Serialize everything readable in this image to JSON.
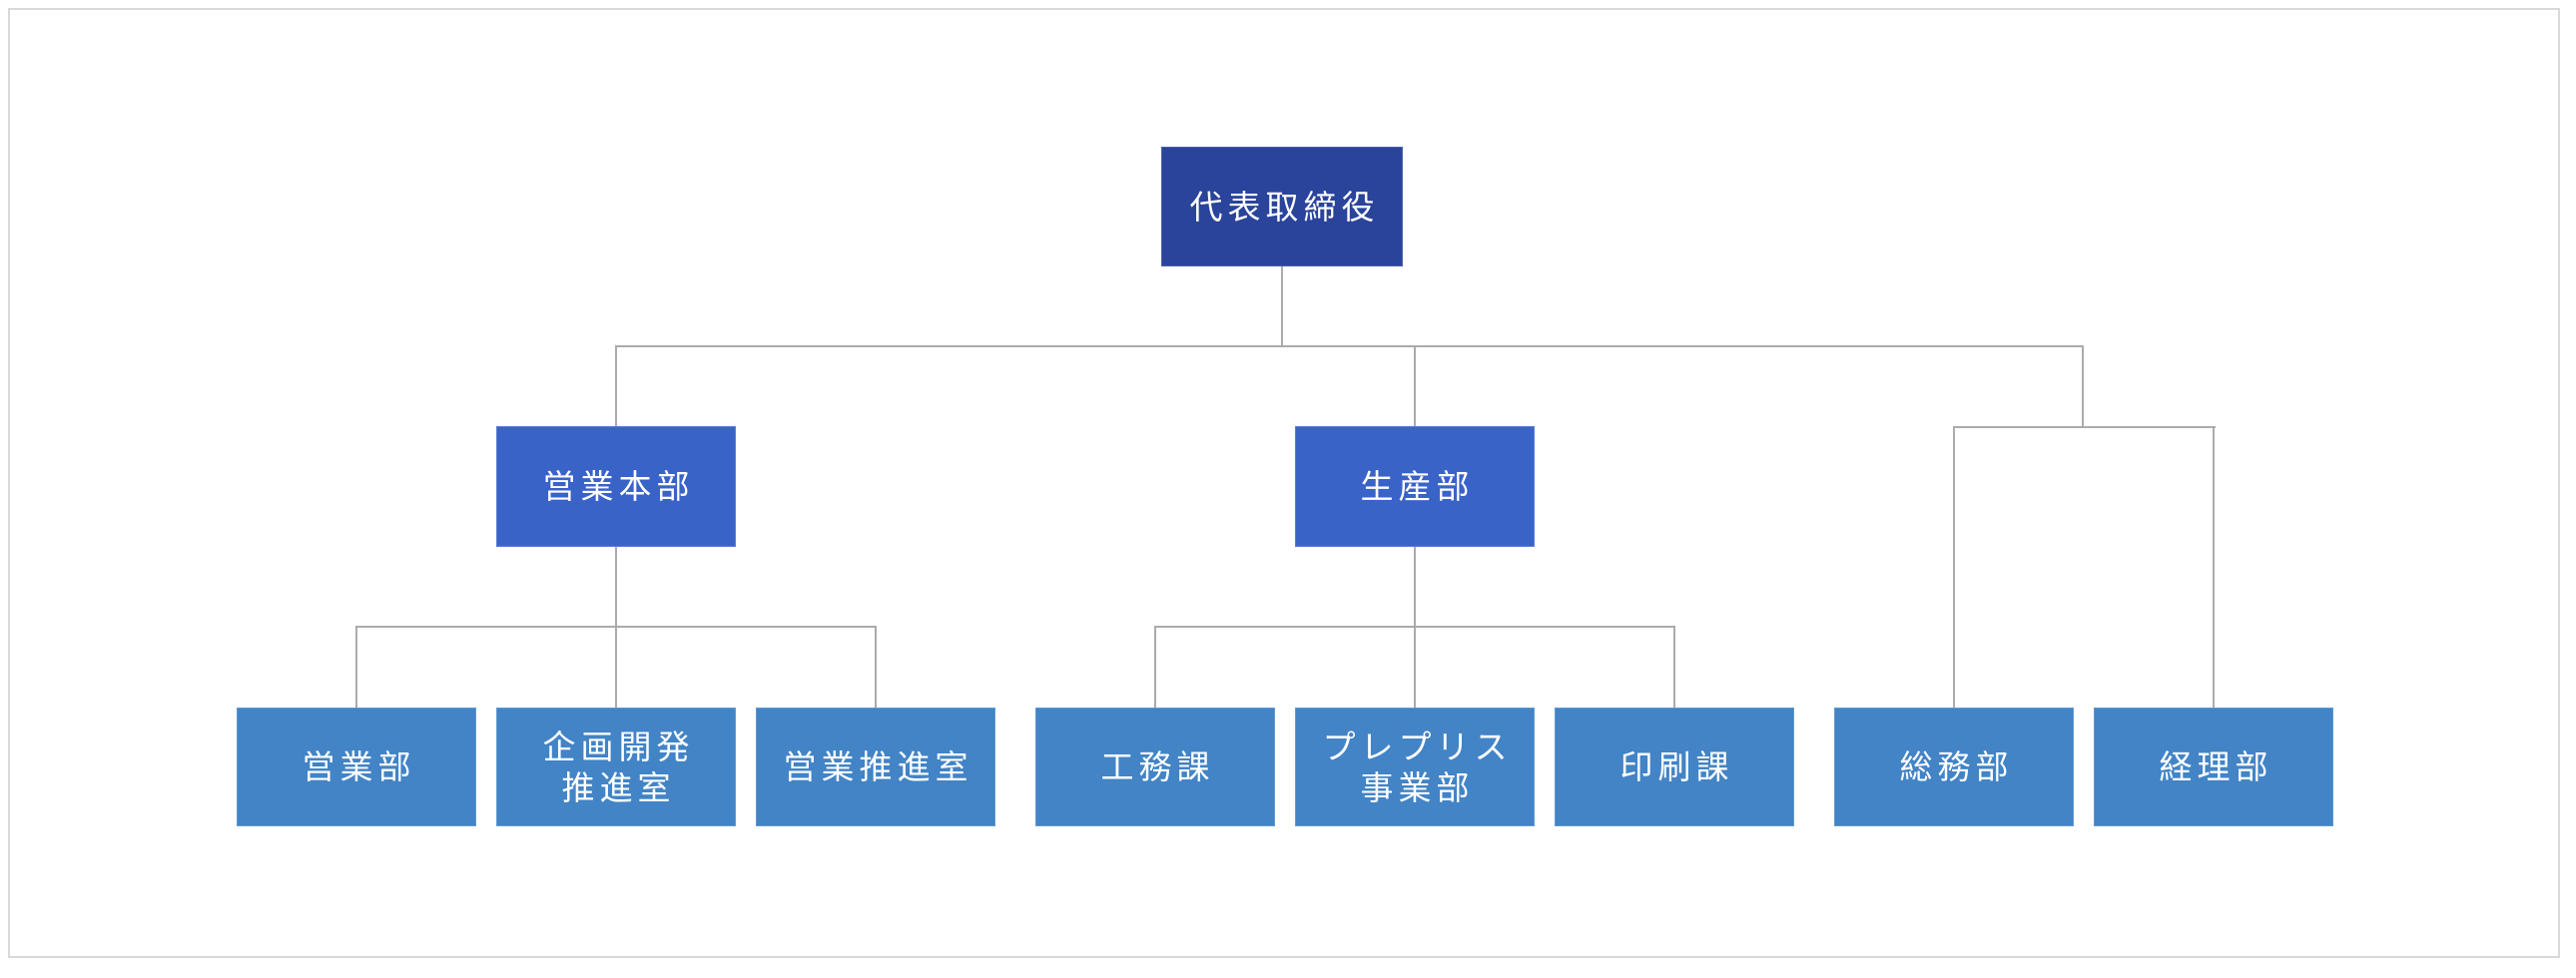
{
  "colors": {
    "level1_fill": "#2a449b",
    "level2_fill": "#3a63c8",
    "level3_fill": "#4284c6",
    "node_text": "#ffffff",
    "connector": "#ababab",
    "frame_border": "#d9d9d9",
    "background": "#ffffff"
  },
  "org_chart": {
    "type": "org-tree",
    "root": {
      "id": "president",
      "label": "代表取締役"
    },
    "level2": [
      {
        "id": "sales-hq",
        "label": "営業本部",
        "parent": "president"
      },
      {
        "id": "production-dept",
        "label": "生産部",
        "parent": "president"
      }
    ],
    "level3": [
      {
        "id": "sales-dept",
        "label": "営業部",
        "line1": "営業部",
        "parent": "sales-hq"
      },
      {
        "id": "planning-dev-office",
        "label": "企画開発推進室",
        "line1": "企画開発",
        "line2": "推進室",
        "parent": "sales-hq"
      },
      {
        "id": "sales-promotion-office",
        "label": "営業推進室",
        "line1": "営業推進室",
        "parent": "sales-hq"
      },
      {
        "id": "engineering-section",
        "label": "工務課",
        "line1": "工務課",
        "parent": "production-dept"
      },
      {
        "id": "prepress-division",
        "label": "プレプリス事業部",
        "line1": "プレプリス",
        "line2": "事業部",
        "parent": "production-dept"
      },
      {
        "id": "printing-section",
        "label": "印刷課",
        "line1": "印刷課",
        "parent": "production-dept"
      },
      {
        "id": "general-affairs-dept",
        "label": "総務部",
        "line1": "総務部",
        "parent": "president"
      },
      {
        "id": "accounting-dept",
        "label": "経理部",
        "line1": "経理部",
        "parent": "president"
      }
    ]
  }
}
